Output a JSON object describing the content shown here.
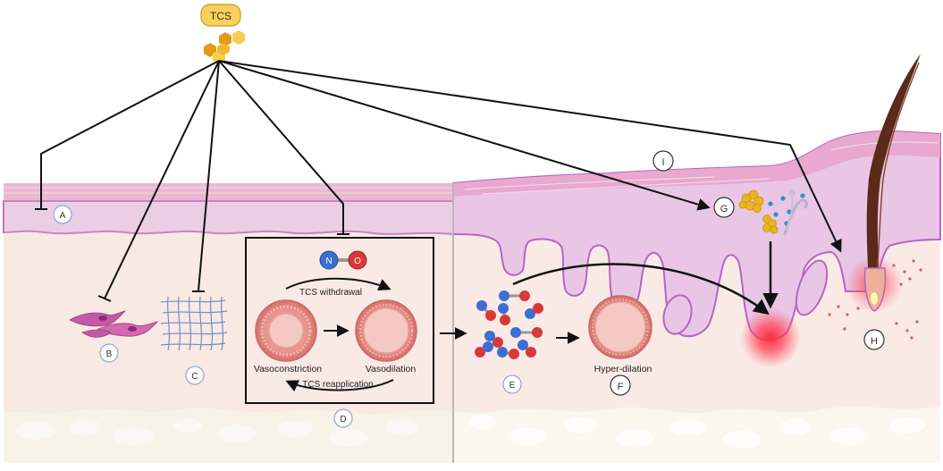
{
  "source_label": "TCS",
  "callouts": {
    "a": "A",
    "b": "B",
    "c": "C",
    "d": "D",
    "e": "E",
    "f": "F",
    "g": "G",
    "h": "H",
    "i": "I"
  },
  "molecule": {
    "n": "N",
    "o": "O"
  },
  "vessel_labels": {
    "vasoconstriction": "Vasoconstriction",
    "vasodilation": "Vasodilation",
    "hyper_dilation": "Hyper-dilation"
  },
  "cycle_labels": {
    "withdrawal": "TCS withdrawal",
    "reapplication": "TCS reapplication"
  },
  "colors": {
    "epidermis": "#e9c6e6",
    "epidermis_edge": "#b665c4",
    "stratum_corneum": "#e8a8cf",
    "dermis": "#faeae6",
    "hypodermis": "#fbf6ee",
    "label_stroke": "#8ea4d8",
    "arrow": "#111111",
    "inflammation": "#ff3040",
    "hex_dark": "#e59a16",
    "hex_light": "#f6cf4e",
    "nitrogen": "#3c6fd0",
    "oxygen": "#d9383a"
  },
  "icons": [
    "tcs-molecule-icon",
    "fibroblast-icon",
    "collagen-mesh-icon",
    "blood-vessel-icon",
    "nitric-oxide-icon",
    "mast-cell-icon",
    "hair-follicle-icon",
    "inflammation-glow-icon"
  ]
}
